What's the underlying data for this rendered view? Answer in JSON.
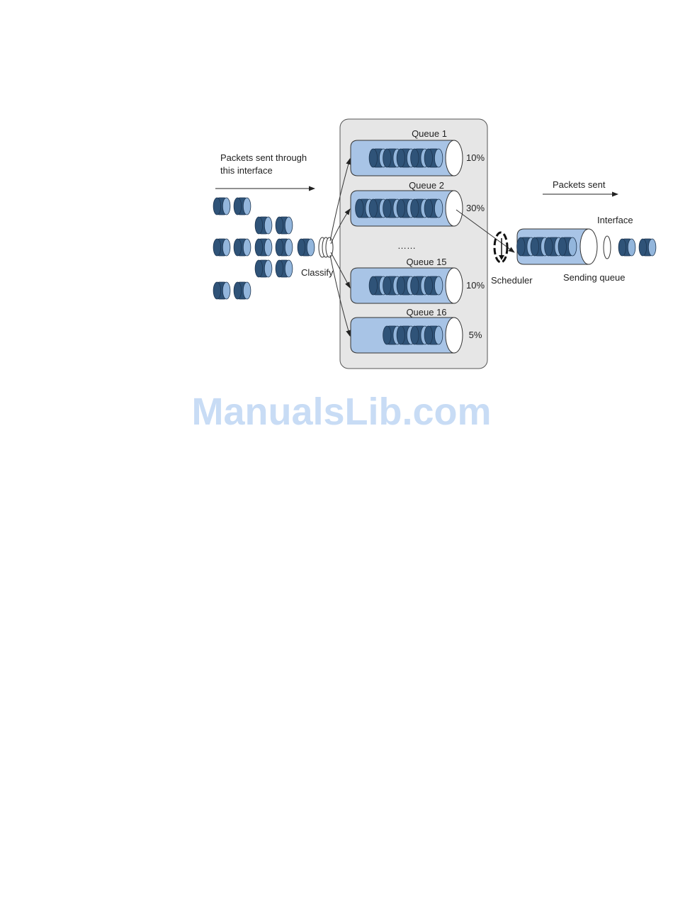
{
  "labels": {
    "incoming_line1": "Packets sent through",
    "incoming_line2": "this interface",
    "classify": "Classify",
    "ellipsis": "……",
    "scheduler": "Scheduler",
    "packets_sent": "Packets sent",
    "interface": "Interface",
    "sending_queue": "Sending queue"
  },
  "queues": [
    {
      "name": "Queue 1",
      "weight": "10%",
      "packets": 5
    },
    {
      "name": "Queue 2",
      "weight": "30%",
      "packets": 6
    },
    {
      "name": "Queue 15",
      "weight": "10%",
      "packets": 5
    },
    {
      "name": "Queue 16",
      "weight": "5%",
      "packets": 4
    }
  ],
  "incoming_packet_count": 14,
  "sending_queue_packets": 4,
  "sent_packet_count": 2,
  "watermark": "ManualsLib.com",
  "colors": {
    "packet_fill": "#2f5378",
    "packet_face": "#93b6dc",
    "queue_fill": "#a8c4e6",
    "panel_fill": "#e6e6e6",
    "watermark": "#c8dcf5"
  }
}
